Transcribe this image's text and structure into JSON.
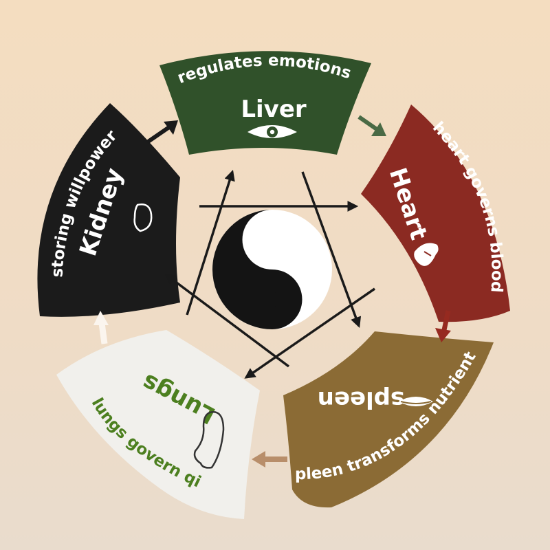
{
  "colors": {
    "background": "#f2dcc3",
    "liver": "#30512a",
    "heart": "#8b2a22",
    "spleen": "#8b6b35",
    "lungs": "#f1f0ec",
    "kidney": "#1b1b1b",
    "arrow_dark": "#1a1a1a",
    "arrow_liver_heart": "#4a6a45",
    "arrow_heart_spleen": "#962a20",
    "arrow_spleen_lungs": "#b88e6a",
    "arrow_lungs_kidney": "#fbf5ee"
  },
  "elements": {
    "liver": {
      "organ": "Liver",
      "description": "regulates emotions",
      "icon": "eye-icon"
    },
    "heart": {
      "organ": "Heart",
      "description": "heart governs blood",
      "icon": "tongue-icon"
    },
    "spleen": {
      "organ": "spleen",
      "description": "spleen transforms nutrients",
      "icon": "mouth-icon"
    },
    "lungs": {
      "organ": "Lungs",
      "description": "lungs govern qi",
      "icon": "nose-icon"
    },
    "kidney": {
      "organ": "Kidney",
      "description": "storing willpower",
      "icon": "ear-icon"
    }
  },
  "center_symbol": "yin-yang-icon"
}
